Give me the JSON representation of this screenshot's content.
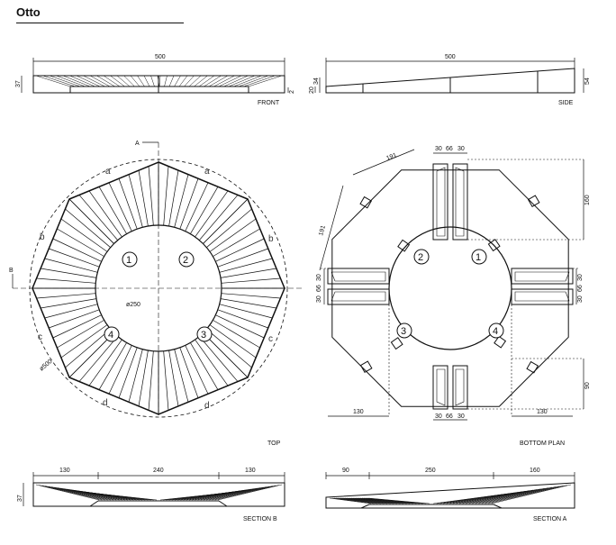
{
  "title": "Otto",
  "views": {
    "front": {
      "caption": "FRONT",
      "dim_width": "500",
      "dim_height": "37",
      "dim_foot": "2"
    },
    "side": {
      "caption": "SIDE",
      "dim_width": "500",
      "dim_low_a": "20",
      "dim_low_b": "34",
      "dim_high": "54"
    },
    "top": {
      "caption": "TOP",
      "section_a": "A",
      "section_b": "B",
      "dia_inner": "ø250",
      "dia_outer": "ø500",
      "edge_letters": [
        "a",
        "a",
        "b",
        "b",
        "c",
        "c",
        "d",
        "d"
      ],
      "quadrants": [
        "1",
        "2",
        "3",
        "4"
      ]
    },
    "bottom": {
      "caption": "BOTTOM PLAN",
      "dim_edge_1": "191",
      "dim_edge_2": "191",
      "dim_top_a": "30",
      "dim_top_b": "66",
      "dim_top_c": "30",
      "dim_bottom_a": "30",
      "dim_bottom_b": "66",
      "dim_bottom_c": "30",
      "dim_right_top": "160",
      "dim_right_bottom": "90",
      "dim_left_a": "30",
      "dim_left_b": "66",
      "dim_left_c": "30",
      "dim_right_a": "30",
      "dim_right_b": "66",
      "dim_right_c": "30",
      "dim_base_left": "130",
      "dim_base_right": "130",
      "quadrants": [
        "2",
        "1",
        "3",
        "4"
      ]
    },
    "section_b": {
      "caption": "SECTION B",
      "dim_left": "130",
      "dim_mid": "240",
      "dim_right": "130",
      "dim_height": "37"
    },
    "section_a": {
      "caption": "SECTION A",
      "dim_left": "90",
      "dim_mid": "250",
      "dim_right": "160"
    }
  }
}
